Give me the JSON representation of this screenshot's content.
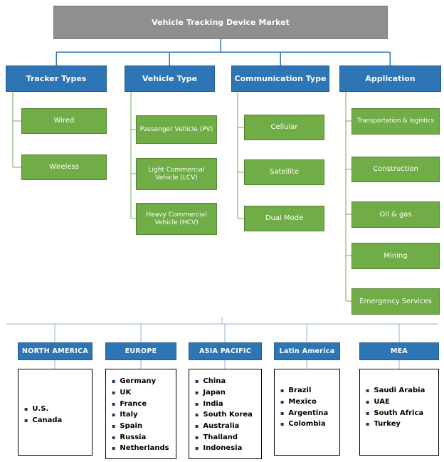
{
  "title": "Vehicle Tracking Device Market",
  "colors": {
    "root_gray": "#8f8f8f",
    "category_blue": "#2e75b6",
    "item_green": "#70ad47",
    "tree_line_blue": "#2e75b6",
    "item_line_green": "#70ad47",
    "bracket_line_blue": "#95b3d7"
  },
  "segments": [
    {
      "label": "Tracker Types",
      "items": [
        "Wired",
        "Wireless"
      ]
    },
    {
      "label": "Vehicle Type",
      "items": [
        "Passenger Vehicle (PV)",
        "Light Commercial Vehicle (LCV)",
        "Heavy Commercial Vehicle (HCV)"
      ]
    },
    {
      "label": "Communication Type",
      "items": [
        "Cellular",
        "Satellite",
        "Dual Mode"
      ]
    },
    {
      "label": "Application",
      "items": [
        "Transportation & logistics",
        "Construction",
        "Oil & gas",
        "Mining",
        "Emergency Services"
      ]
    }
  ],
  "regions": [
    {
      "label": "NORTH AMERICA",
      "countries": [
        "U.S.",
        "Canada"
      ]
    },
    {
      "label": "EUROPE",
      "countries": [
        "Germany",
        "UK",
        "France",
        "Italy",
        "Spain",
        "Russia",
        "Netherlands"
      ]
    },
    {
      "label": "ASIA PACIFIC",
      "countries": [
        "China",
        "Japan",
        "India",
        "South Korea",
        "Australia",
        "Thailand",
        "Indonesia"
      ]
    },
    {
      "label": "Latin America",
      "countries": [
        "Brazil",
        "Mexico",
        "Argentina",
        "Colombia"
      ]
    },
    {
      "label": "MEA",
      "countries": [
        "Saudi Arabia",
        "UAE",
        "South Africa",
        "Turkey"
      ]
    }
  ]
}
